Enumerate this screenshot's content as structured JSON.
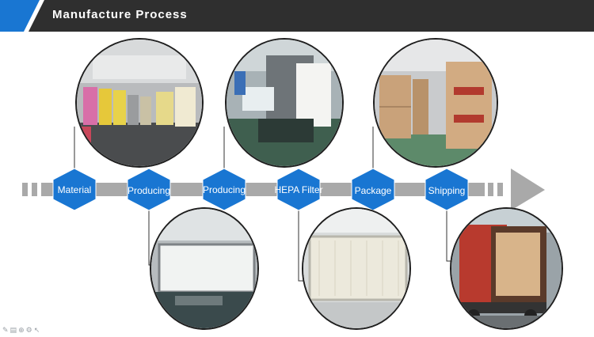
{
  "header": {
    "title": "Manufacture Process",
    "bar_color": "#2f2f2f",
    "accent_color": "#1976d2",
    "title_color": "#ffffff"
  },
  "process": {
    "arrow_color": "#a9a9a9",
    "hex_color": "#1976d2",
    "connector_color": "#333333",
    "steps": [
      {
        "label": "Material",
        "photo": "warehouse-material-rolls",
        "photo_side": "top"
      },
      {
        "label": "Producing",
        "photo": "filter-frame-assembly-line",
        "photo_side": "bottom"
      },
      {
        "label": "Producing",
        "photo": "pleating-machine",
        "photo_side": "top"
      },
      {
        "label": "HEPA Filter",
        "photo": "hepa-filter-panel",
        "photo_side": "bottom"
      },
      {
        "label": "Package",
        "photo": "packed-carton-boxes",
        "photo_side": "top"
      },
      {
        "label": "Shipping",
        "photo": "container-truck-loading",
        "photo_side": "bottom"
      }
    ]
  },
  "toolbar": {
    "icons": [
      "pen-icon",
      "slides-icon",
      "zoom-icon",
      "settings-icon",
      "pointer-icon"
    ]
  }
}
